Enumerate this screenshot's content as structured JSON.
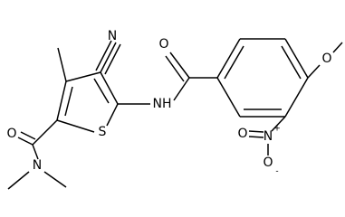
{
  "molecule": {
    "atoms": {
      "n_nitrile": "N",
      "o_amide_left": "O",
      "n_amide_left": "N",
      "s_ring": "S",
      "nh_linker": "NH",
      "o_amide_right": "O",
      "o_methoxy": "O",
      "n_nitro": "N",
      "o_nitro_minus": "O",
      "charge_plus": "+",
      "charge_minus": "-"
    }
  }
}
